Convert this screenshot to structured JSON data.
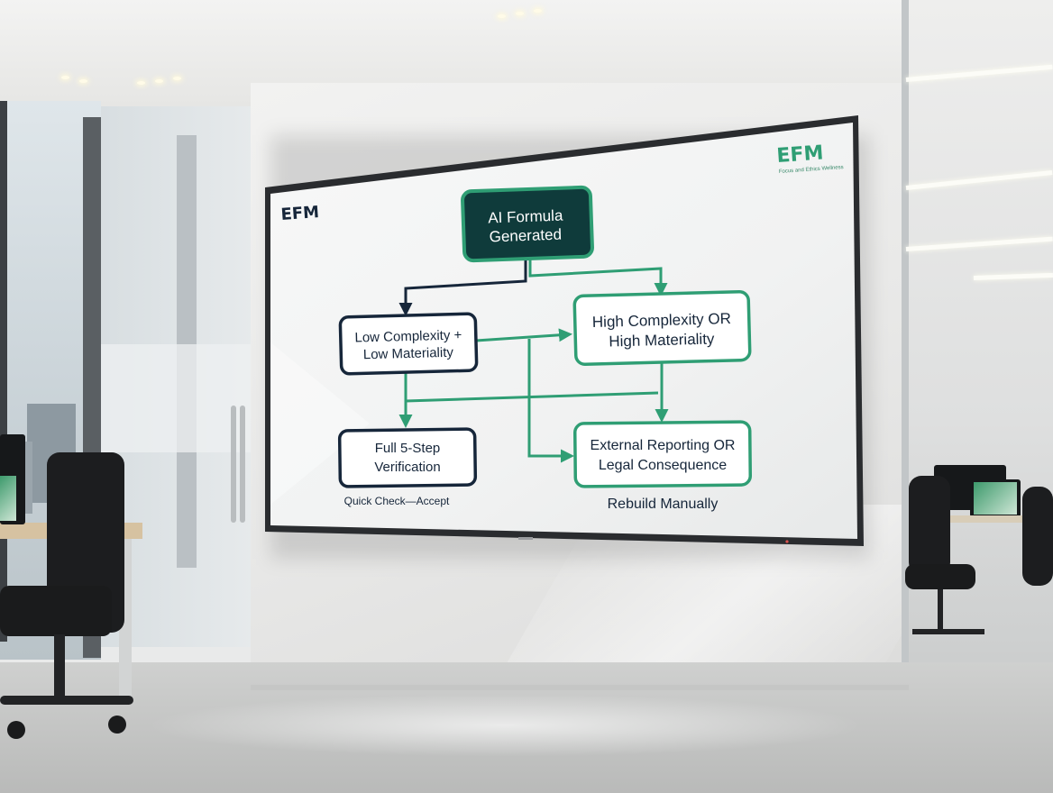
{
  "slide": {
    "logo_left": "EFM",
    "logo_right": "EFM",
    "logo_right_tagline": "Focus and Ethics Wellness",
    "nodes": {
      "start": [
        "AI Formula",
        "Generated"
      ],
      "low": [
        "Low Complexity +",
        "Low Materiality"
      ],
      "high": [
        "High Complexity OR",
        "High Materiality"
      ],
      "full": [
        "Full 5-Step",
        "Verification"
      ],
      "external": [
        "External Reporting OR",
        "Legal Consequence"
      ]
    },
    "notes": {
      "quick": "Quick Check—Accept",
      "rebuild": "Rebuild Manually"
    }
  },
  "colors": {
    "dark_navy": "#16263a",
    "teal_fill": "#0f3b3b",
    "green_accent": "#2f9e74",
    "wall": "#eeeeed",
    "tv_bezel": "#2a2c2f"
  }
}
